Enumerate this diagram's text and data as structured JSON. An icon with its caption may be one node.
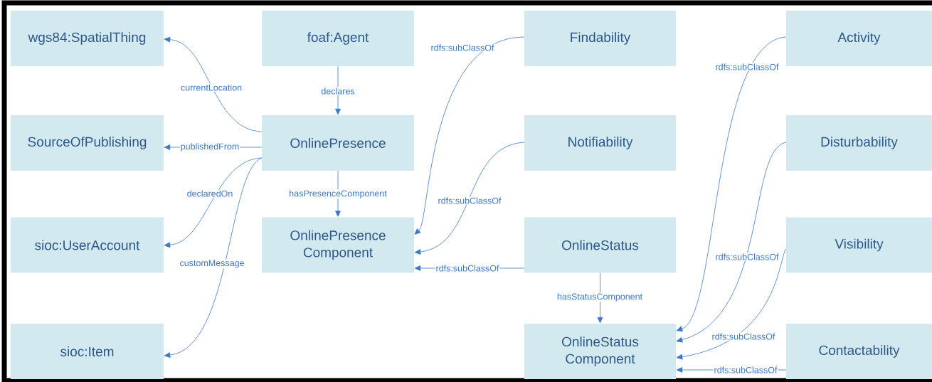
{
  "diagram": {
    "nodes": [
      {
        "text": [
          "wgs84:SpatialThing"
        ]
      },
      {
        "text": [
          "foaf:Agent"
        ]
      },
      {
        "text": [
          "Findability"
        ]
      },
      {
        "text": [
          "Activity"
        ]
      },
      {
        "text": [
          "SourceOfPublishing"
        ]
      },
      {
        "text": [
          "OnlinePresence"
        ]
      },
      {
        "text": [
          "Notifiability"
        ]
      },
      {
        "text": [
          "Disturbability"
        ]
      },
      {
        "text": [
          "sioc:UserAccount"
        ]
      },
      {
        "text": [
          "OnlinePresence Component"
        ]
      },
      {
        "text": [
          "OnlineStatus"
        ]
      },
      {
        "text": [
          "Visibility"
        ]
      },
      {
        "text": [
          "sioc:Item"
        ]
      },
      {
        "text": [
          "OnlineStatus Component"
        ]
      },
      {
        "text": [
          "Contactability"
        ]
      }
    ],
    "edges": [
      {
        "from": 5,
        "to": 0,
        "arrow": "to",
        "label": "currentLocation"
      },
      {
        "from": 1,
        "to": 5,
        "arrow": "to",
        "label": "declares"
      },
      {
        "from": 5,
        "to": 4,
        "arrow": "to",
        "label": "publishedFrom"
      },
      {
        "from": 5,
        "to": 8,
        "arrow": "to",
        "label": "declaredOn"
      },
      {
        "from": 5,
        "to": 9,
        "arrow": "to",
        "label": "hasPresenceComponent"
      },
      {
        "from": 5,
        "to": 12,
        "arrow": "to",
        "label": "customMessage"
      },
      {
        "from": 2,
        "to": 9,
        "arrow": "to",
        "label": "rdfs:subClassOf"
      },
      {
        "from": 6,
        "to": 9,
        "arrow": "to",
        "label": "rdfs:subClassOf"
      },
      {
        "from": 10,
        "to": 9,
        "arrow": "to",
        "label": "rdfs:subClassOf"
      },
      {
        "from": 10,
        "to": 13,
        "arrow": "to",
        "label": "hasStatusComponent"
      },
      {
        "from": 3,
        "to": 13,
        "arrow": "to",
        "label": "rdfs:subClassOf"
      },
      {
        "from": 7,
        "to": 13,
        "arrow": "to",
        "label": "rdfs:subClassOf"
      },
      {
        "from": 11,
        "to": 13,
        "arrow": "to",
        "label": "rdfs:subClassOf"
      },
      {
        "from": 14,
        "to": 13,
        "arrow": "to",
        "label": "rdfs:subClassOf"
      }
    ]
  }
}
